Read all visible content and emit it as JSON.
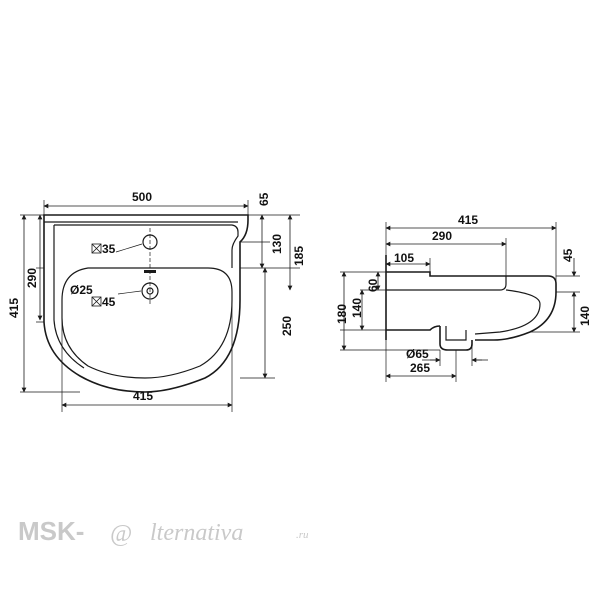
{
  "front_view": {
    "width_top": "500",
    "back_offset": "65",
    "height_total": "415",
    "tap_zone_height": "290",
    "tap_to_edge": "130",
    "bowl_start": "185",
    "bowl_depth": "250",
    "bowl_width": "415",
    "tap_square": "35",
    "drain_diameter": "Ø25",
    "drain_square": "45"
  },
  "side_view": {
    "depth_total": "415",
    "depth_body": "290",
    "rim_depth": "105",
    "rim_height": "60",
    "front_height": "45",
    "height_total": "180",
    "body_height": "140",
    "front_body_height": "140",
    "drain_diameter": "Ø65",
    "drain_offset": "265"
  },
  "watermark": {
    "prefix": "MSK-",
    "at_sign": "@",
    "name": "lternativa",
    "tld": ".ru"
  }
}
